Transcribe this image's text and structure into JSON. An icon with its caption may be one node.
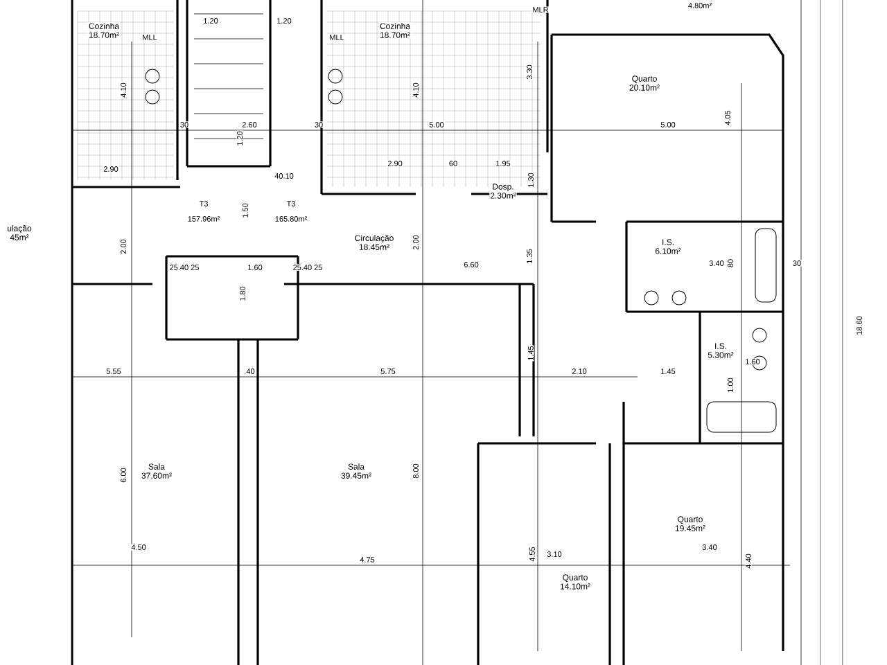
{
  "diagram": {
    "nodes": [
      {
        "text": [
          "Cozinha",
          "18.70m²"
        ]
      },
      {
        "text": [
          "Cozinha",
          "18.70m²"
        ]
      },
      {
        "text": [
          "Quarto",
          "20.10m²"
        ]
      },
      {
        "text": [
          "ulação",
          "45m²"
        ]
      },
      {
        "text": [
          "Circulação",
          "18.45m²"
        ]
      },
      {
        "text": [
          "Dosp.",
          "2.30m²"
        ]
      },
      {
        "text": [
          "I.S.",
          "6.10m²"
        ]
      },
      {
        "text": [
          "I.S.",
          "5.30m²"
        ]
      },
      {
        "text": [
          "Sala",
          "37.60m²"
        ]
      },
      {
        "text": [
          "Sala",
          "39.45m²"
        ]
      },
      {
        "text": [
          "Quarto",
          "14.10m²"
        ]
      },
      {
        "text": [
          "Quarto",
          "19.45m²"
        ]
      }
    ],
    "labels": [
      "4.80m²",
      "MLL",
      "MLL",
      "MLR",
      "1.20",
      "1.20",
      "4.10",
      "4.10",
      "3.30",
      "4.05",
      "30",
      "2.60",
      "30",
      "5.00",
      "5.00",
      "1.20",
      "2.90",
      "2.90",
      "60",
      "1.95",
      "1.30",
      "40.10",
      "T3",
      "157.96m²",
      "T3",
      "165.80m²",
      "1.50",
      "2.00",
      "2.00",
      "1.35",
      "25.40 25",
      "1.60",
      "25.40 25",
      "6.60",
      "3.40",
      "80",
      "30",
      "1.80",
      "18.60",
      "1.45",
      "1.60",
      "5.55",
      ".40",
      "5.75",
      "2.10",
      "1.45",
      "1.00",
      "6.00",
      "8.00",
      "4.50",
      "3.40",
      "3.10",
      "4.55",
      "4.75",
      "4.40"
    ]
  }
}
